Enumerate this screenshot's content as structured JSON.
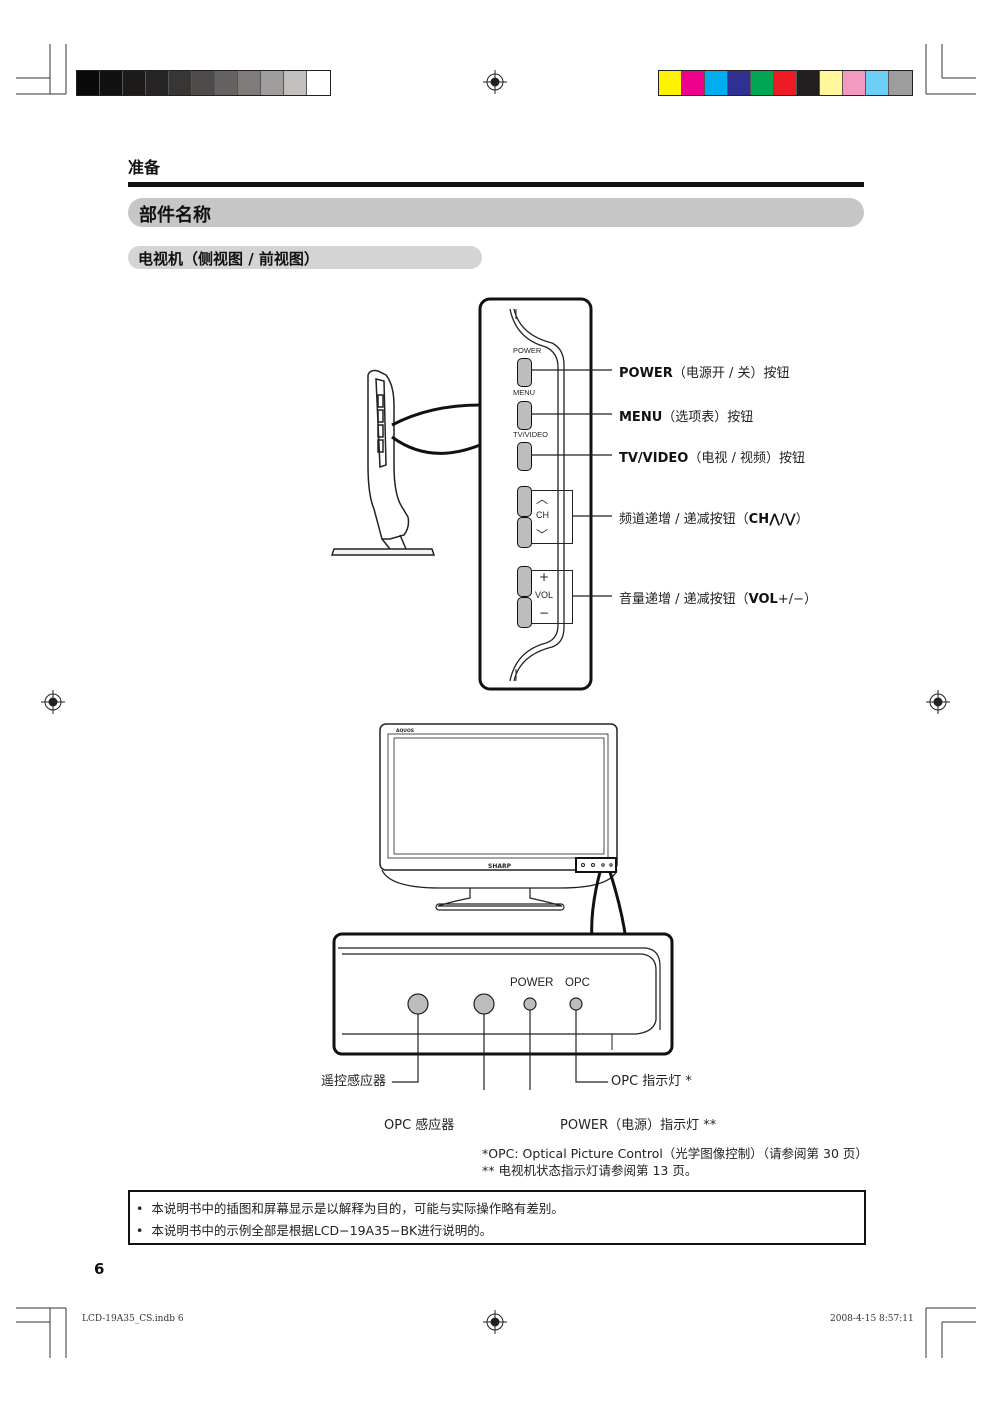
{
  "colors": {
    "gray_swatches": [
      "#0a0a0a",
      "#111111",
      "#1d1a1a",
      "#262424",
      "#383535",
      "#4e4a4a",
      "#676262",
      "#807b7b",
      "#a19d9d",
      "#c3c0c0",
      "#ffffff"
    ],
    "color_swatches": [
      "#fff200",
      "#ec008c",
      "#00aeef",
      "#2e3192",
      "#00a651",
      "#ed1c24",
      "#231f20",
      "#fff799",
      "#f49ac1",
      "#6dcff6",
      "#9d9d9d"
    ],
    "heading_bar": "#c6c6c6"
  },
  "header": {
    "section": "准备"
  },
  "title": "部件名称",
  "subtitle": "电视机（侧视图 / 前视图）",
  "side_panel": {
    "power_label": "POWER",
    "menu_label": "MENU",
    "tvvideo_label": "TV/VIDEO",
    "ch_label": "CH",
    "vol_label": "VOL",
    "up_glyph": "︿",
    "down_glyph": "﹀",
    "plus_glyph": "+",
    "minus_glyph": "−"
  },
  "callouts": {
    "power": {
      "bold": "POWER",
      "text": "（电源开 / 关）按钮"
    },
    "menu": {
      "bold": "MENU",
      "text": "（选项表）按钮"
    },
    "tvvideo": {
      "bold": "TV/VIDEO",
      "text": "（电视 / 视频）按钮"
    },
    "ch": {
      "pre": "频道递增 / 递减按钮（",
      "bold": "CH⋀/⋁",
      "post": "）"
    },
    "vol": {
      "pre": "音量递增 / 递减按钮（",
      "bold": "VOL",
      "post": "+/−）"
    }
  },
  "front": {
    "brand_top": "AQUOS",
    "brand_bottom": "SHARP",
    "panel_power": "POWER",
    "panel_opc": "OPC",
    "remote_sensor": "遥控感应器",
    "opc_sensor": "OPC 感应器",
    "opc_lamp": "OPC 指示灯 *",
    "power_lamp": "POWER（电源）指示灯 **"
  },
  "footnotes": [
    "*OPC: Optical Picture Control（光学图像控制）（请参阅第 30 页）",
    "** 电视机状态指示灯请参阅第 13 页。"
  ],
  "notes": [
    "本说明书中的插图和屏幕显示是以解释为目的，可能与实际操作略有差别。",
    "本说明书中的示例全部是根据LCD−19A35−BK进行说明的。"
  ],
  "bullet": "•",
  "page_number": "6",
  "slug": {
    "file": "LCD-19A35_CS.indb   6",
    "datetime": "2008-4-15    8:57:11"
  }
}
